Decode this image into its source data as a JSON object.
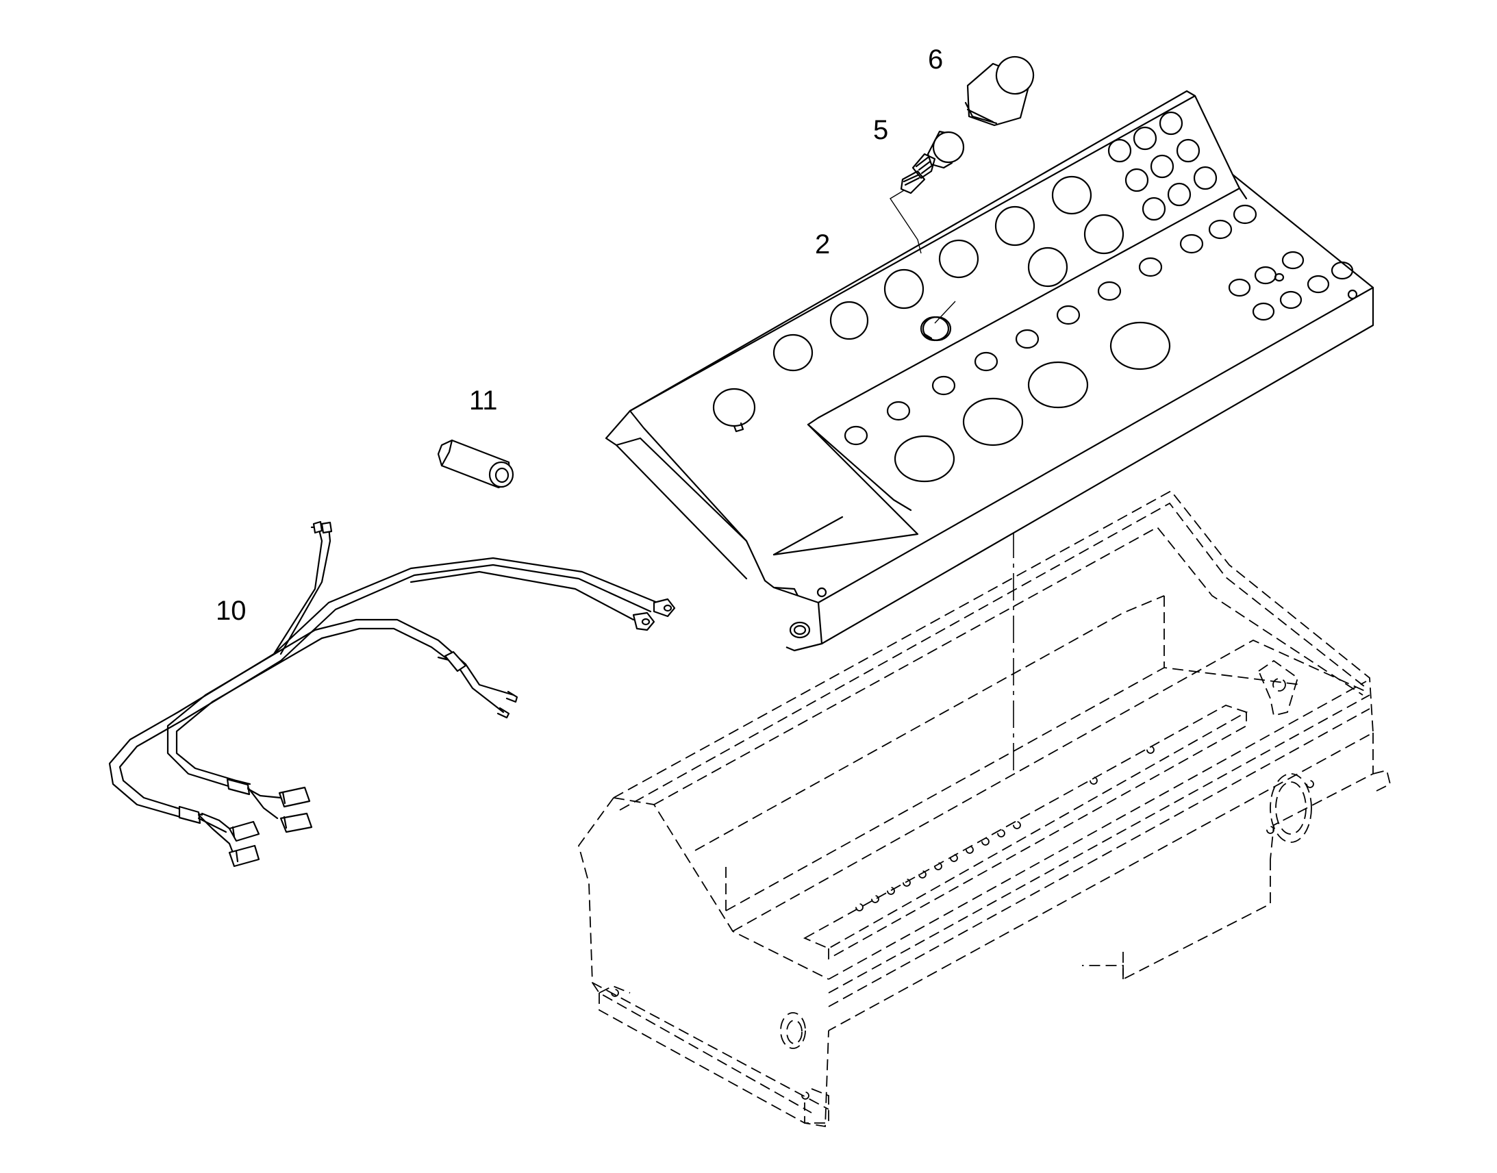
{
  "callouts": {
    "panel": "2",
    "lamp_socket": "5",
    "lamp_lens": "6",
    "harness": "10",
    "fuse": "11"
  }
}
